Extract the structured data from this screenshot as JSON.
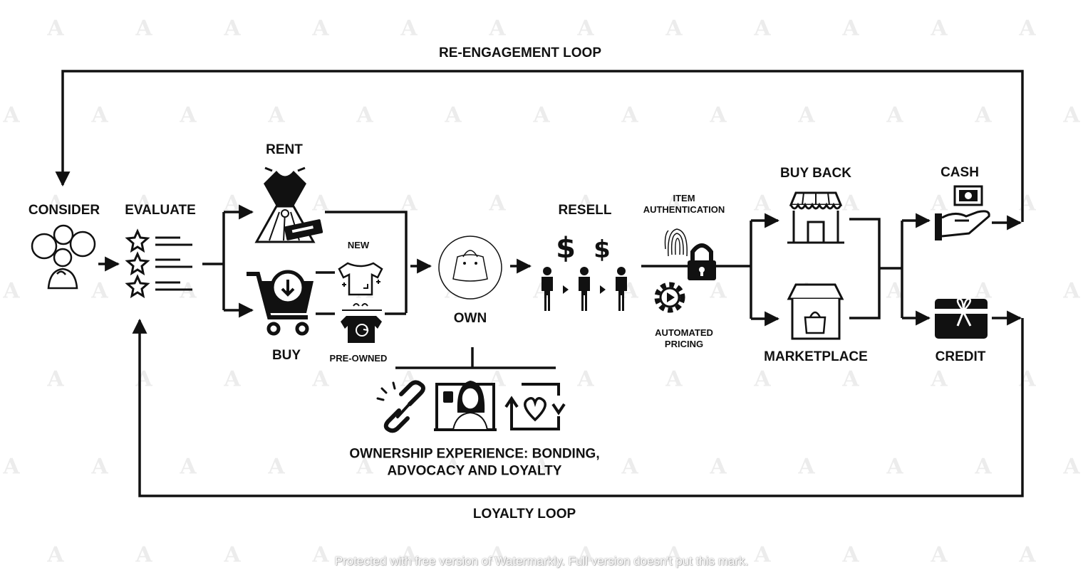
{
  "loops": {
    "reengagement": "RE-ENGAGEMENT LOOP",
    "loyalty": "LOYALTY LOOP"
  },
  "stages": {
    "consider": "CONSIDER",
    "evaluate": "EVALUATE",
    "rent": "RENT",
    "buy": "BUY",
    "new": "NEW",
    "preowned": "PRE-OWNED",
    "own": "OWN",
    "resell": "RESELL",
    "item_authentication": "ITEM\nAUTHENTICATION",
    "automated_pricing": "AUTOMATED\nPRICING",
    "buy_back": "BUY BACK",
    "marketplace": "MARKETPLACE",
    "cash": "CASH",
    "credit": "CREDIT",
    "ownership_experience": "OWNERSHIP EXPERIENCE: BONDING,\nADVOCACY AND LOYALTY"
  },
  "watermark": {
    "glyph": "A",
    "text": "Protected with free version of Watermarkly. Full version doesn't put this mark."
  },
  "icons": [
    "thought-bubbles-icon",
    "rating-stars-icon",
    "dress-icon",
    "shopping-cart-icon",
    "tshirt-icon",
    "hanging-shirts-icon",
    "shopping-bag-icon",
    "dollar-sign-icon",
    "people-exchange-icon",
    "fingerprint-icon",
    "padlock-icon",
    "gear-play-icon",
    "storefront-icon",
    "marketplace-bag-icon",
    "hand-cash-icon",
    "gift-card-icon",
    "link-icon",
    "influencer-icon",
    "heart-cycle-icon"
  ],
  "colors": {
    "ink": "#111111",
    "watermark": "#ececec"
  }
}
